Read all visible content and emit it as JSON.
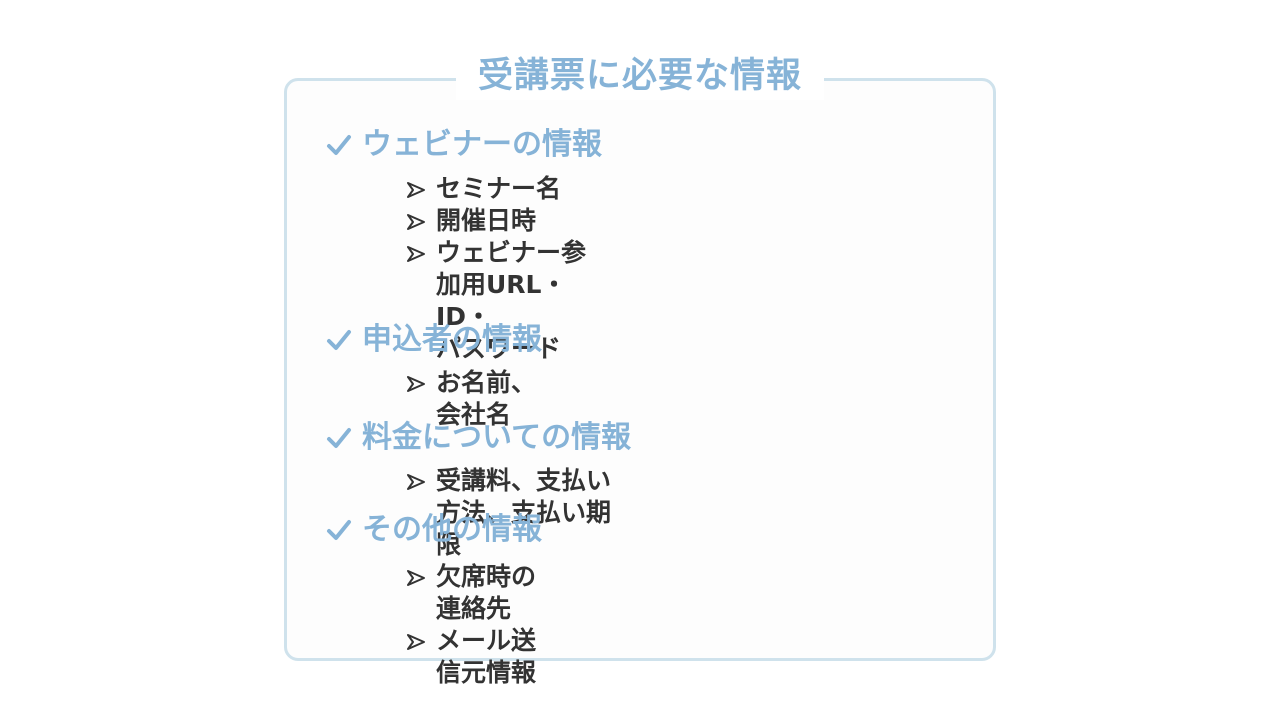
{
  "title": "受講票に必要な情報",
  "colors": {
    "accent": "#86b3d7",
    "border": "#cfe2ec",
    "text": "#333333"
  },
  "icons": {
    "heading": "check-icon",
    "item": "arrow-right-icon"
  },
  "sections": [
    {
      "heading": "ウェビナーの情報",
      "items": [
        "セミナー名",
        "開催日時",
        "ウェビナー参加用URL・ID・\nパスワード"
      ]
    },
    {
      "heading": "申込者の情報",
      "items": [
        "お名前、会社名"
      ]
    },
    {
      "heading": "料金についての情報",
      "items": [
        "受講料、支払い方法、支払い期限"
      ]
    },
    {
      "heading": "その他の情報",
      "items": [
        "欠席時の連絡先",
        "メール送信元情報"
      ]
    }
  ]
}
